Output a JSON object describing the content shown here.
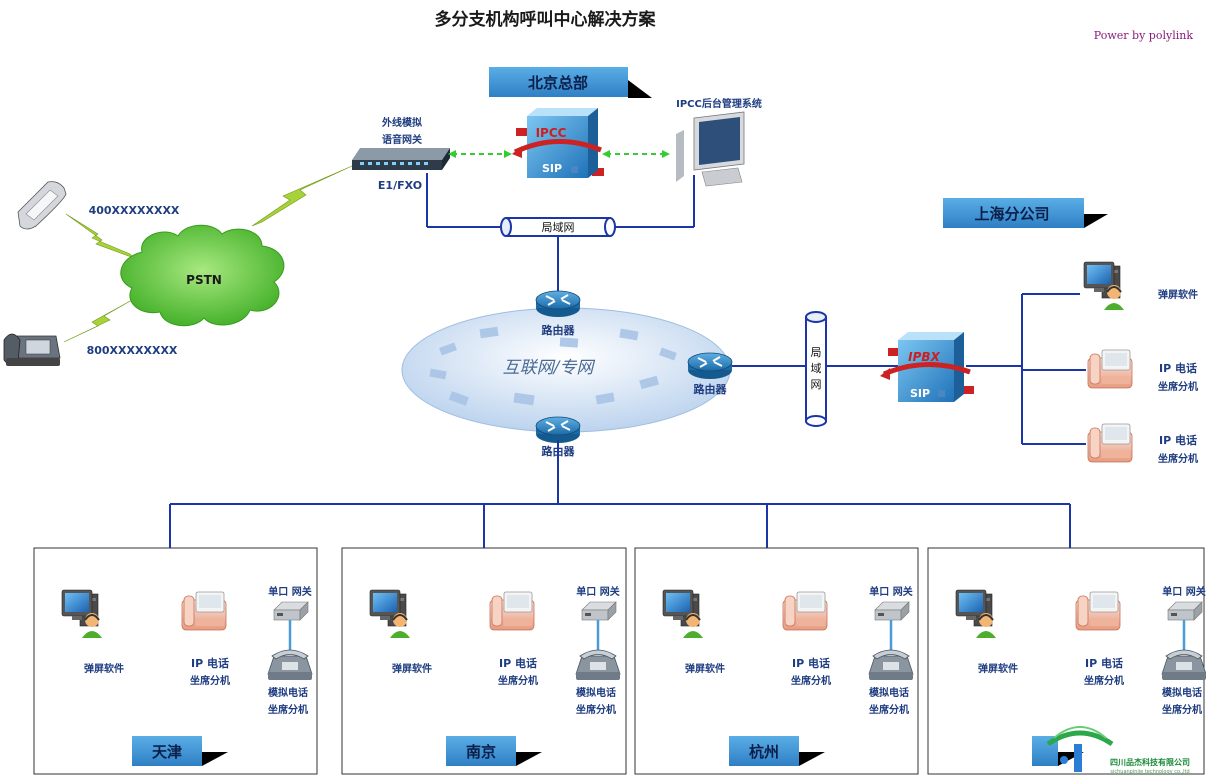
{
  "title": "多分支机构呼叫中心解决方案",
  "power_by": "Power by polylink",
  "hq": {
    "name": "北京总部",
    "gateway_label_1": "外线模拟",
    "gateway_label_2": "语音网关",
    "gateway_port": "E1/FXO",
    "ipcc_label": "IPCC",
    "ipcc_sip": "SIP",
    "mgmt_label": "IPCC后台管理系统",
    "lan_label": "局域网"
  },
  "pstn": {
    "cloud_label": "PSTN",
    "number_1": "400XXXXXXXX",
    "number_2": "800XXXXXXXX"
  },
  "network": {
    "cloud_label": "互联网/专网",
    "router_top": "路由器",
    "router_right": "路由器",
    "router_bottom": "路由器"
  },
  "shanghai": {
    "name": "上海分公司",
    "lan_label_1": "局",
    "lan_label_2": "域",
    "lan_label_3": "网",
    "ipbx_label": "IPBX",
    "ipbx_sip": "SIP",
    "softphone_label": "弹屏软件",
    "ipphone_label_1": "IP 电话",
    "ipphone_label_2": "坐席分机"
  },
  "branches": [
    {
      "name": "天津"
    },
    {
      "name": "南京"
    },
    {
      "name": "杭州"
    },
    {
      "name": ""
    }
  ],
  "branch_labels": {
    "softphone": "弹屏软件",
    "ipphone_1": "IP 电话",
    "ipphone_2": "坐席分机",
    "gateway": "单口 网关",
    "analog_1": "模拟电话",
    "analog_2": "坐席分机"
  },
  "logo": {
    "company": "四川品杰科技有限公司",
    "company_en": "sichuanpinjie technology co.,ltd"
  },
  "colors": {
    "line_blue": "#1a36a8",
    "label_blue": "#1f3d80",
    "banner_blue": "#3d8fd4",
    "cloud_green": "#5fc23a",
    "internet_cloud": "#d7e6f5",
    "router_blue": "#1f7fbf",
    "lightning": "#a8d23a",
    "dash_green": "#33cc33"
  }
}
